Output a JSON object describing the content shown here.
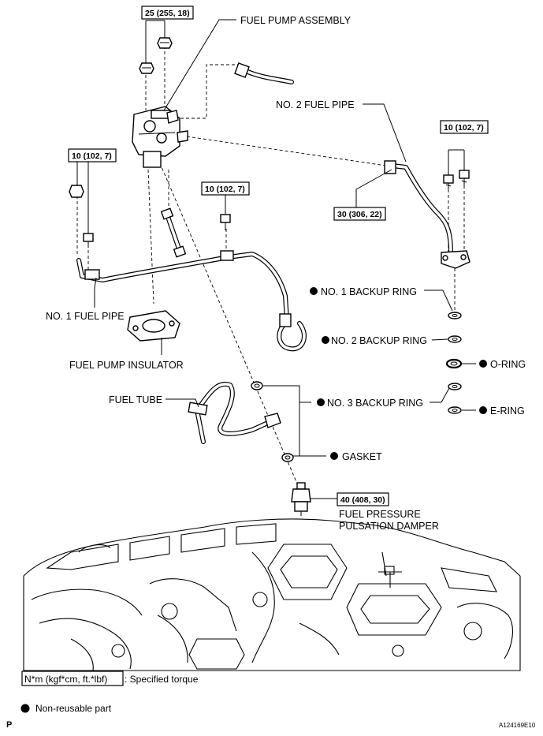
{
  "labels": {
    "fuel_pump_assembly": "FUEL PUMP ASSEMBLY",
    "no2_fuel_pipe": "NO. 2 FUEL PIPE",
    "no1_fuel_pipe": "NO. 1 FUEL PIPE",
    "fuel_pump_insulator": "FUEL PUMP INSULATOR",
    "no1_backup_ring": "NO. 1 BACKUP RING",
    "no2_backup_ring": "NO. 2 BACKUP RING",
    "o_ring": "O-RING",
    "fuel_tube": "FUEL TUBE",
    "no3_backup_ring": "NO. 3 BACKUP RING",
    "e_ring": "E-RING",
    "gasket": "GASKET",
    "fuel_pressure_line1": "FUEL PRESSURE",
    "fuel_pressure_line2": "PULSATION DAMPER"
  },
  "torques": {
    "pump_nuts": "25 (255, 18)",
    "no1_pipe_left": "10 (102, 7)",
    "no1_pipe_mid": "10 (102, 7)",
    "no2_pipe_bolts": "10 (102, 7)",
    "no2_pipe_union": "30 (306, 22)",
    "damper": "40 (408, 30)"
  },
  "legend": {
    "torque_unit": "N*m (kgf*cm, ft.*lbf)",
    "torque_desc": ": Specified torque",
    "non_reusable": "Non-reusable part"
  },
  "corner": {
    "left": "P",
    "right": "A124169E10"
  }
}
